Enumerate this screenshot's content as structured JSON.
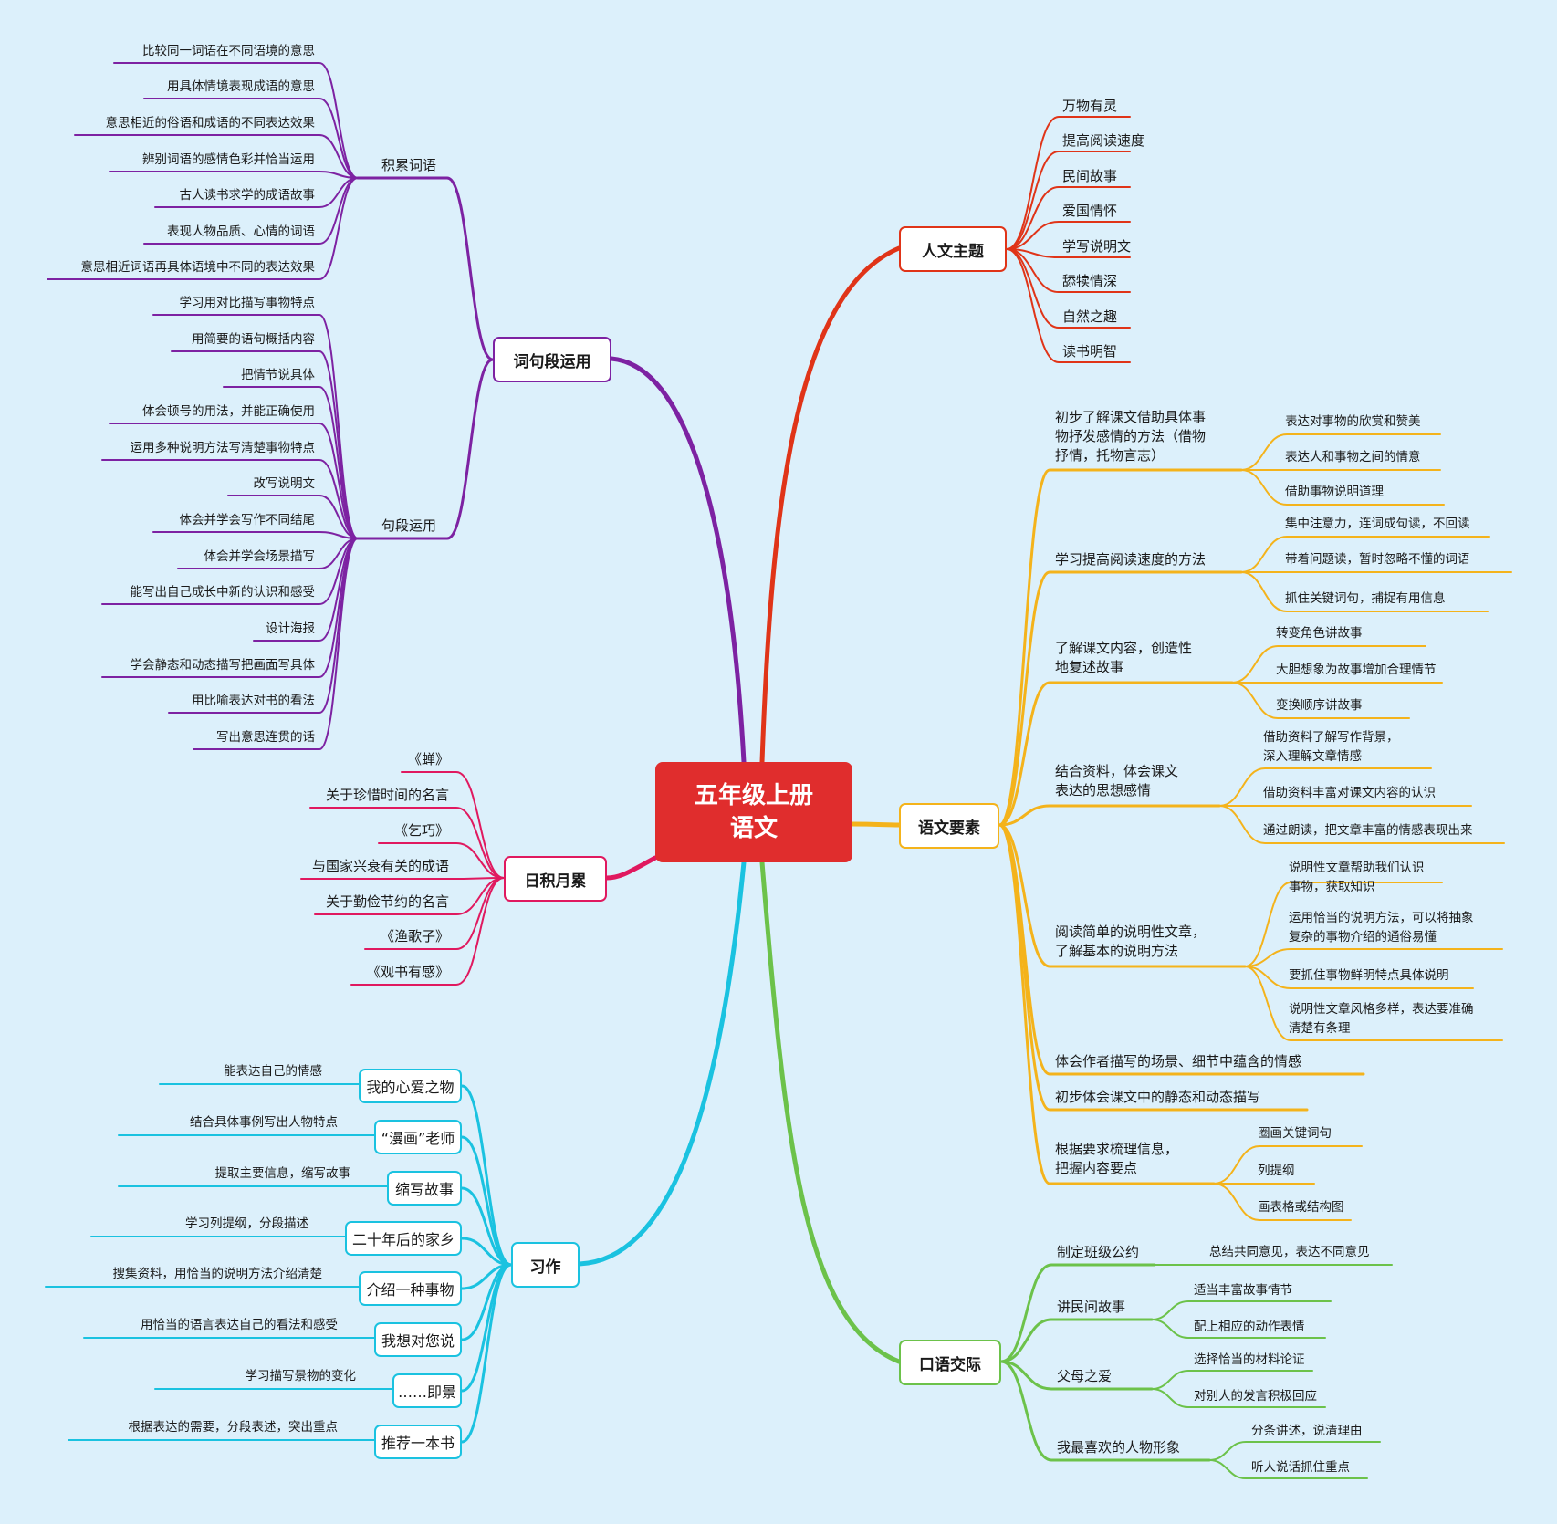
{
  "center": {
    "line1": "五年级上册",
    "line2": "语文"
  },
  "colors": {
    "humanities": "#e03418",
    "yuwen": "#f4b31b",
    "oral": "#6cc24a",
    "writing": "#1ac2e0",
    "daily": "#e0195f",
    "words": "#7d22a2"
  },
  "humanities": {
    "label": "人文主题",
    "items": [
      "万物有灵",
      "提高阅读速度",
      "民间故事",
      "爱国情怀",
      "学写说明文",
      "舔犊情深",
      "自然之趣",
      "读书明智"
    ]
  },
  "yuwen": {
    "label": "语文要素",
    "groups": [
      {
        "label": "初步了解课文借助具体事\n物抒发感情的方法（借物\n抒情，托物言志）",
        "items": [
          "表达对事物的欣赏和赞美",
          "表达人和事物之间的情意",
          "借助事物说明道理"
        ]
      },
      {
        "label": "学习提高阅读速度的方法",
        "items": [
          "集中注意力，连词成句读，不回读",
          "带着问题读，暂时忽略不懂的词语",
          "抓住关键词句，捕捉有用信息"
        ]
      },
      {
        "label": "了解课文内容，创造性\n地复述故事",
        "items": [
          "转变角色讲故事",
          "大胆想象为故事增加合理情节",
          "变换顺序讲故事"
        ]
      },
      {
        "label": "结合资料，体会课文\n表达的思想感情",
        "items": [
          "借助资料了解写作背景，\n深入理解文章情感",
          "借助资料丰富对课文内容的认识",
          "通过朗读，把文章丰富的情感表现出来"
        ]
      },
      {
        "label": "阅读简单的说明性文章，\n了解基本的说明方法",
        "items": [
          "说明性文章帮助我们认识\n事物，获取知识",
          "运用恰当的说明方法，可以将抽象\n复杂的事物介绍的通俗易懂",
          "要抓住事物鲜明特点具体说明",
          "说明性文章风格多样，表达要准确\n清楚有条理"
        ]
      },
      {
        "label": "体会作者描写的场景、细节中蕴含的情感",
        "items": []
      },
      {
        "label": "初步体会课文中的静态和动态描写",
        "items": []
      },
      {
        "label": "根据要求梳理信息，\n把握内容要点",
        "items": [
          "圈画关键词句",
          "列提纲",
          "画表格或结构图"
        ]
      }
    ]
  },
  "oral": {
    "label": "口语交际",
    "groups": [
      {
        "label": "制定班级公约",
        "items": [
          "总结共同意见，表达不同意见"
        ]
      },
      {
        "label": "讲民间故事",
        "items": [
          "适当丰富故事情节",
          "配上相应的动作表情"
        ]
      },
      {
        "label": "父母之爱",
        "items": [
          "选择恰当的材料论证",
          "对别人的发言积极回应"
        ]
      },
      {
        "label": "我最喜欢的人物形象",
        "items": [
          "分条讲述，说清理由",
          "听人说话抓住重点"
        ]
      }
    ]
  },
  "words": {
    "label": "词句段运用",
    "groups": [
      {
        "label": "积累词语",
        "items": [
          "比较同一词语在不同语境的意思",
          "用具体情境表现成语的意思",
          "意思相近的俗语和成语的不同表达效果",
          "辨别词语的感情色彩并恰当运用",
          "古人读书求学的成语故事",
          "表现人物品质、心情的词语",
          "意思相近词语再具体语境中不同的表达效果"
        ]
      },
      {
        "label": "句段运用",
        "items": [
          "学习用对比描写事物特点",
          "用简要的语句概括内容",
          "把情节说具体",
          "体会顿号的用法，并能正确使用",
          "运用多种说明方法写清楚事物特点",
          "改写说明文",
          "体会并学会写作不同结尾",
          "体会并学会场景描写",
          "能写出自己成长中新的认识和感受",
          "设计海报",
          "学会静态和动态描写把画面写具体",
          "用比喻表达对书的看法",
          "写出意思连贯的话"
        ]
      }
    ]
  },
  "daily": {
    "label": "日积月累",
    "items": [
      "《蝉》",
      "关于珍惜时间的名言",
      "《乞巧》",
      "与国家兴衰有关的成语",
      "关于勤俭节约的名言",
      "《渔歌子》",
      "《观书有感》"
    ]
  },
  "writing": {
    "label": "习作",
    "groups": [
      {
        "label": "我的心爱之物",
        "item": "能表达自己的情感"
      },
      {
        "label": "“漫画”老师",
        "item": "结合具体事例写出人物特点"
      },
      {
        "label": "缩写故事",
        "item": "提取主要信息，缩写故事"
      },
      {
        "label": "二十年后的家乡",
        "item": "学习列提纲，分段描述"
      },
      {
        "label": "介绍一种事物",
        "item": "搜集资料，用恰当的说明方法介绍清楚"
      },
      {
        "label": "我想对您说",
        "item": "用恰当的语言表达自己的看法和感受"
      },
      {
        "label": "……即景",
        "item": "学习描写景物的变化"
      },
      {
        "label": "推荐一本书",
        "item": "根据表达的需要，分段表述，突出重点"
      }
    ]
  }
}
